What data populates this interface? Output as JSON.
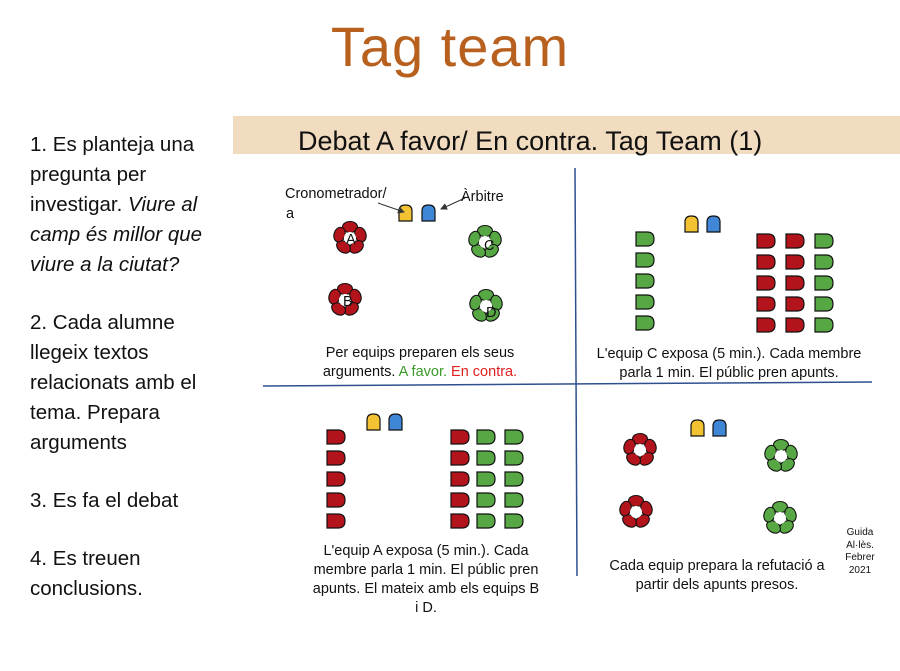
{
  "title": "Tag team",
  "banner_title": "Debat A favor/ En contra. Tag Team (1)",
  "steps": {
    "s1_text": "1. Es planteja una pregunta per investigar.",
    "s1_question": "Viure al camp és millor que viure a la ciutat?",
    "s2": "2. Cada alumne llegeix textos relacionats amb el tema. Prepara arguments",
    "s3": "3. Es fa el debat",
    "s4": "4. Es treuen conclusions."
  },
  "labels": {
    "timer_line1": "Cronometrador/",
    "timer_line2": "a",
    "referee": "Àrbitre",
    "team_a": "A",
    "team_b": "B",
    "team_c": "C",
    "team_d": "D"
  },
  "captions": {
    "q1_main": "Per equips preparen els seus arguments.",
    "q1_favor": "A favor.",
    "q1_contra": "En contra.",
    "q2": "L'equip C exposa (5 min.). Cada membre parla 1 min. El públic pren apunts.",
    "q3": "L'equip A exposa (5 min.). Cada membre parla 1 min. El públic pren apunts. El mateix amb els equips B i D.",
    "q4": "Cada equip prepara la refutació a partir dels apunts presos."
  },
  "credit": "Guida Al·lès. Febrer 2021",
  "colors": {
    "title": "#b8601e",
    "banner": "#f2dcc0",
    "team_red": "#b3141b",
    "team_green": "#57a844",
    "timer_yellow": "#f2c232",
    "referee_blue": "#3f86d6",
    "divider": "#2f4f8f",
    "favor_text": "#3a9a2a",
    "contra_text": "#e02020"
  }
}
